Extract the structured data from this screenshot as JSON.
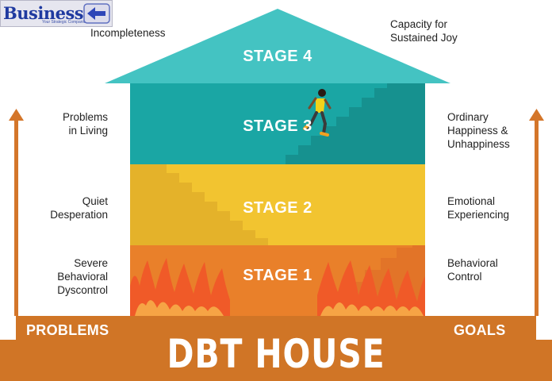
{
  "logo": {
    "name": "Business",
    "tagline": "Your Strategic Companion"
  },
  "colors": {
    "roof": "#44c3c2",
    "stage3": "#1aa6a4",
    "stage2": "#f2c430",
    "stage1": "#e9802a",
    "base": "#d07526",
    "arrow": "#d4762a",
    "flame": "#f05a28"
  },
  "stages": [
    {
      "label": "STAGE 4"
    },
    {
      "label": "STAGE 3"
    },
    {
      "label": "STAGE 2"
    },
    {
      "label": "STAGE 1"
    }
  ],
  "problems": {
    "stage4": "Incompleteness",
    "stage3": [
      "Problems",
      "in Living"
    ],
    "stage2": [
      "Quiet",
      "Desperation"
    ],
    "stage1": [
      "Severe",
      "Behavioral",
      "Dyscontrol"
    ]
  },
  "goals": {
    "stage4": [
      "Capacity for",
      "Sustained Joy"
    ],
    "stage3": [
      "Ordinary",
      "Happiness &",
      "Unhappiness"
    ],
    "stage2": [
      "Emotional",
      "Experiencing"
    ],
    "stage1": [
      "Behavioral",
      "Control"
    ]
  },
  "base": {
    "left": "PROBLEMS",
    "right": "GOALS"
  },
  "title": "DBT HOUSE",
  "icons": {
    "logo_arrow": "left-arrow-icon",
    "runner": "runner-icon",
    "up_arrow": "up-arrow-icon",
    "flames": "flames-icon"
  }
}
